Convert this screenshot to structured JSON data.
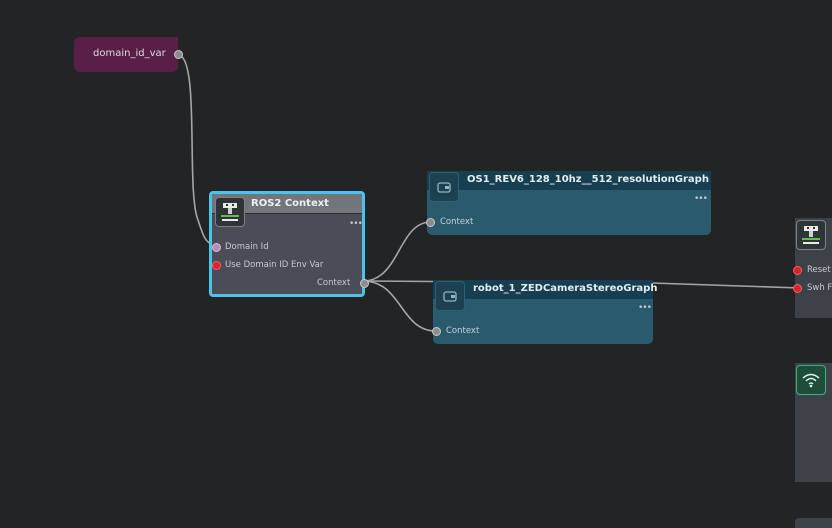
{
  "variable_node": {
    "name": "domain_id_var"
  },
  "ros2_context_node": {
    "title": "ROS2 Context",
    "menu": "•••",
    "inputs": [
      "Domain Id",
      "Use Domain ID Env Var"
    ],
    "output": "Context"
  },
  "graph_node_1": {
    "title": "OS1_REV6_128_10hz__512_resolutionGraph",
    "menu": "•••",
    "input": "Context"
  },
  "graph_node_2": {
    "title": "robot_1_ZEDCameraStereoGraph",
    "menu": "•••",
    "input": "Context"
  },
  "right_node": {
    "inputs": [
      "Reset",
      "Swh F"
    ]
  },
  "colors": {
    "background": "#232425",
    "variable_node": "#5a1f48",
    "selection_border": "#4cc1ea",
    "graph_node": "#2a5b6d",
    "exec_pin": "#d8252b"
  }
}
